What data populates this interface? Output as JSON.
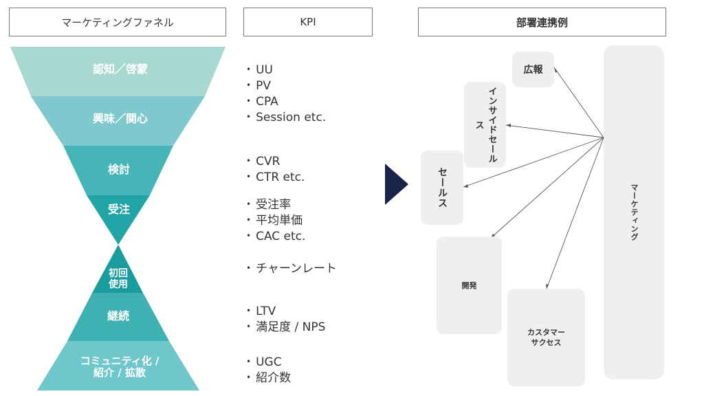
{
  "headers": {
    "funnel": "マーケティングファネル",
    "kpi": "KPI",
    "dept": "部署連携例"
  },
  "funnel": {
    "colors": [
      "#a8d8d0",
      "#7ec8ce",
      "#45b5b7",
      "#22a3a6",
      "#1a9b9d",
      "#3fb1b3",
      "#6fc6cb"
    ],
    "stages": [
      {
        "label": "認知／啓蒙"
      },
      {
        "label": "興味／関心"
      },
      {
        "label": "検討"
      },
      {
        "label": "受注"
      },
      {
        "label_line1": "初回",
        "label_line2": "使用"
      },
      {
        "label": "継続"
      },
      {
        "label_line1": "コミュニティ化 /",
        "label_line2": "紹介 / 拡散"
      }
    ]
  },
  "kpis": [
    {
      "items": [
        "UU",
        "PV",
        "CPA",
        "Session  etc."
      ]
    },
    {
      "items": [
        "CVR",
        "CTR etc."
      ]
    },
    {
      "items": [
        "受注率",
        "平均単価",
        "CAC etc."
      ]
    },
    {
      "items": [
        "チャーンレート"
      ]
    },
    {
      "items": [
        "LTV",
        "満足度 / NPS"
      ]
    },
    {
      "items": [
        "UGC",
        "紹介数"
      ]
    }
  ],
  "arrow_color": "#1b2447",
  "depts": {
    "pr": "広報",
    "inside_sales": "インサイドセールス",
    "sales": "セールス",
    "dev": "開発",
    "cs_line1": "カスタマー",
    "cs_line2": "サクセス",
    "marketing": "マーケティング"
  }
}
